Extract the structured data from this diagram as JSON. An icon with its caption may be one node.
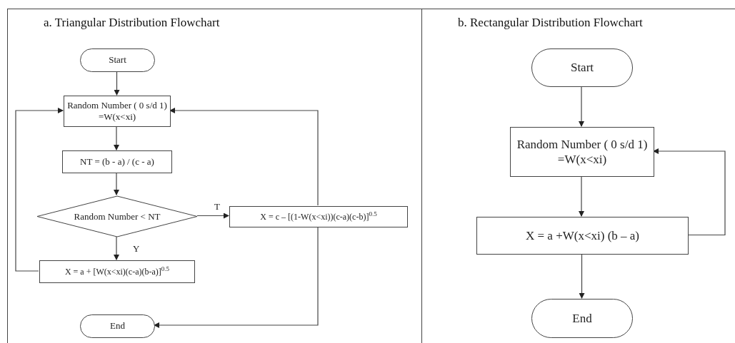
{
  "diagram": {
    "nodes": [
      {
        "text": [
          "a. Triangular Distribution Flowchart"
        ]
      },
      {
        "text": [
          "Start"
        ],
        "in": 0
      },
      {
        "text": [
          "Random Number ( 0 s/d 1) =W(x<xi)"
        ],
        "in": 0
      },
      {
        "text": [
          "NT = (b - a) / (c - a)"
        ],
        "in": 0
      },
      {
        "text": [
          "Random Number < NT"
        ],
        "in": 0
      },
      {
        "text": [
          "X = c – [(1-W(x<xi))(c-a)(c-b)]$^{0.5}$"
        ],
        "in": 0
      },
      {
        "text": [
          "X = a + [W(x<xi)(c-a)(b-a)]$^{0.5}$"
        ],
        "in": 0
      },
      {
        "text": [
          "End"
        ],
        "in": 0
      },
      {
        "text": [
          "b. Rectangular Distribution Flowchart"
        ]
      },
      {
        "text": [
          "Start"
        ],
        "in": 8
      },
      {
        "text": [
          "Random Number ( 0 s/d 1) =W(x<xi)"
        ],
        "in": 8
      },
      {
        "text": [
          "X = a +W(x<xi) (b – a)"
        ],
        "in": 8
      },
      {
        "text": [
          "End"
        ],
        "in": 8
      }
    ],
    "edges": [
      {
        "from": 1,
        "to": 2,
        "arrow": "to"
      },
      {
        "from": 2,
        "to": 3,
        "arrow": "to"
      },
      {
        "from": 3,
        "to": 4,
        "arrow": "to"
      },
      {
        "from": 4,
        "to": 5,
        "arrow": "to",
        "label": "T"
      },
      {
        "from": 4,
        "to": 6,
        "arrow": "to",
        "label": "Y"
      },
      {
        "from": 6,
        "to": 2,
        "arrow": "to"
      },
      {
        "from": 5,
        "to": 2,
        "arrow": "to"
      },
      {
        "from": 5,
        "to": 7,
        "arrow": "to"
      },
      {
        "from": 9,
        "to": 10,
        "arrow": "to"
      },
      {
        "from": 10,
        "to": 11,
        "arrow": "to"
      },
      {
        "from": 11,
        "to": 10,
        "arrow": "to"
      },
      {
        "from": 11,
        "to": 12,
        "arrow": "to"
      }
    ]
  }
}
